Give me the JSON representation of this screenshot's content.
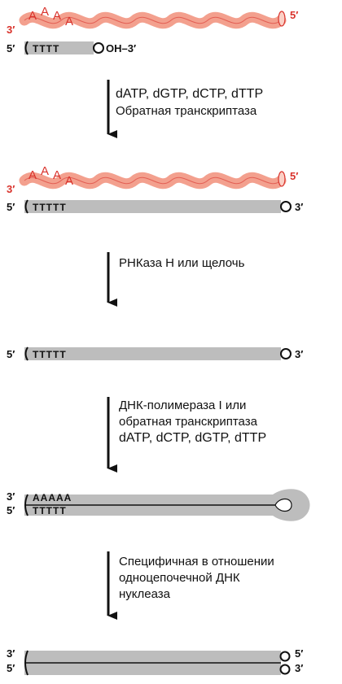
{
  "ends": {
    "three": "3′",
    "five": "5′"
  },
  "oh_label": "OH–3′",
  "poly_a": {
    "a": "A"
  },
  "poly_a_full": "AAAAA",
  "poly_t": "TTTTT",
  "poly_t4": "TTTT",
  "steps": [
    {
      "line1": "dATP, dGTP, dCTP, dTTP",
      "line2": "Обратная транскриптаза"
    },
    {
      "line1": "РНКаза Н или щелочь"
    },
    {
      "line1": "ДНК-полимераза I   или",
      "line2": "обратная транскриптаза",
      "line3": "dATP, dCTP, dGTP,  dTTP"
    },
    {
      "line1": "Специфичная в отношении",
      "line2": "одноцепочечной  ДНК",
      "line3": "нуклеаза"
    }
  ],
  "colors": {
    "rna": "#f3a08e",
    "rna_stroke": "#d9322b",
    "dna": "#bdbdbd",
    "arrow": "#111111"
  }
}
